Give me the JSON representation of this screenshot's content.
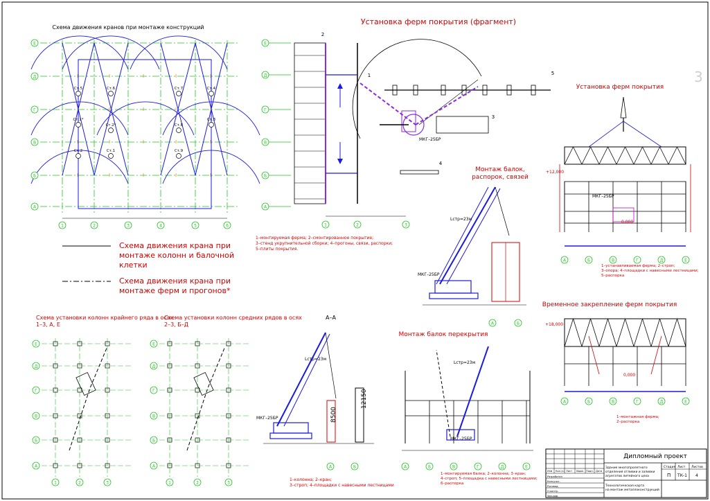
{
  "sheet_number": "3",
  "titles": {
    "crane_scheme": "Схема движения кранов при монтаже конструкций",
    "truss_install_fragment": "Установка ферм покрытия (фрагмент)",
    "truss_install": "Установка ферм покрытия",
    "beam_mount": "Монтаж балок, распорок, связей",
    "floor_beam_mount": "Монтаж балок перекрытия",
    "temp_fix": "Временное закрепление ферм покрытия",
    "columns_edge": "Схема установки колонн крайнего ряда в осях",
    "columns_edge_axes": "1–3, А, Е",
    "columns_mid": "Схема установки колонн средних рядов  в осях",
    "columns_mid_axes": "2–3, Б–Д",
    "section_aa": "А–А"
  },
  "legend": {
    "solid_line_text_1": "Схема движения крана при",
    "solid_line_text_2": "монтаже колонн и балочной",
    "solid_line_text_3": "клетки",
    "dashed_line_text_1": "Схема движения крана при",
    "dashed_line_text_2": "монтаже ферм и прогонов*"
  },
  "notes": {
    "fragment_1": "1–монтируемая ферма; 2–смонтированное покрытие;",
    "fragment_2": "3–стенд укрупнительной сборки; 4–прогоны, связи, распорки;",
    "fragment_3": "5–плиты покрытия.",
    "columns_1": "1–колонна; 2–кран;",
    "columns_2": "3–строп; 4–площадки с навесными лестницами",
    "truss_1": "1–устанавливаемая ферма; 2–строп;",
    "truss_2": "3–опора; 4–площадки с навесными лестницами;",
    "truss_3": "5–распорка",
    "temp_1": "1–монтажная ферма;",
    "temp_2": "2–распорка",
    "beams_1": "1–монтируемая балка; 2–колонна; 3–кран;",
    "beams_2": "4–строп; 5–площадка с навесными лестницами;",
    "beams_3": "6–распорка"
  },
  "labels": {
    "crane_model": "МКГ–25БР",
    "lcrane": "Lстр=23м",
    "dim_8500": "8500",
    "dim_12150": "12150",
    "elev_1": "+12,000",
    "elev_2": "+18,000",
    "elev_3": "0,000",
    "stop_labels": [
      "Ст.5",
      "Ст.6",
      "Ст.7",
      "Ст.4",
      "Ст.1*",
      "Ст.2*",
      "Ст.8",
      "Ст.3",
      "Ст.2",
      "Ст.1",
      "Ст.9"
    ],
    "callouts": [
      "1",
      "2",
      "3",
      "4",
      "5"
    ]
  },
  "axes": {
    "rows": [
      "Е",
      "Д",
      "Г",
      "В",
      "Б",
      "А"
    ],
    "cols": [
      "1",
      "2",
      "3",
      "4",
      "5",
      "6"
    ],
    "cols_short": [
      "1",
      "2",
      "3"
    ],
    "section_cols": [
      "А",
      "Б",
      "В",
      "Г",
      "Д",
      "Е"
    ]
  },
  "title_block": {
    "project": "Дипломный проект",
    "subject": "Здание многопролетного отделения отливки и заливки агрегатов литейного цеха",
    "sheet_title": "Технологическая карта на монтаж металлоконструкций",
    "stage": "П",
    "code": "ТК-1",
    "sheet": "4",
    "head_cells": [
      "Изм",
      "Кол.уч",
      "Лист",
      "№док",
      "Подп.",
      "Дата"
    ],
    "role_cells": [
      "Разработал",
      "Консульт.",
      "Руковод.",
      "Н.контр.",
      "Зав.каф."
    ],
    "stage_heads": [
      "Стадия",
      "Лист",
      "Листов"
    ]
  },
  "colors": {
    "red": "#d40000",
    "blue": "#1a1ae0",
    "green": "#22c322",
    "purple": "#8a2be2",
    "magenta": "#cc00cc",
    "orange": "#e08a00"
  }
}
